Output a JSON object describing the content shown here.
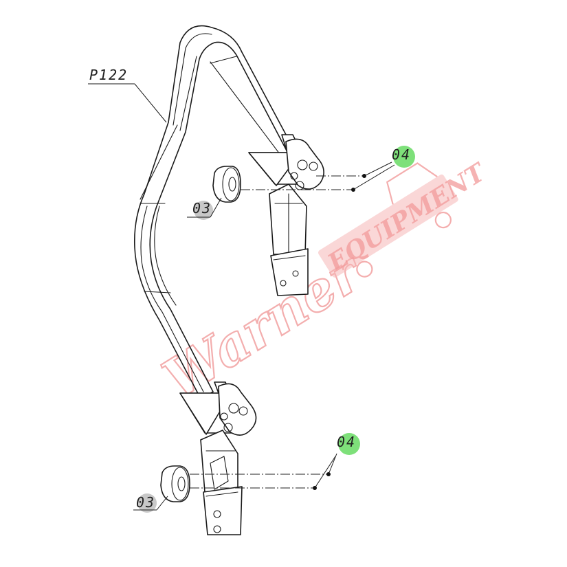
{
  "diagram": {
    "labels": {
      "frame": "P122",
      "spacer_top": "03",
      "spacer_bottom": "03",
      "bolt_top": "04",
      "bolt_bottom": "04"
    },
    "watermark": {
      "script": "Warner",
      "block": "EQUIPMENT"
    },
    "colors": {
      "badge_gray": "#c8c8c8",
      "badge_green": "#7ee07a",
      "watermark": "#f2a0a0",
      "line": "#1a1a1a"
    }
  }
}
